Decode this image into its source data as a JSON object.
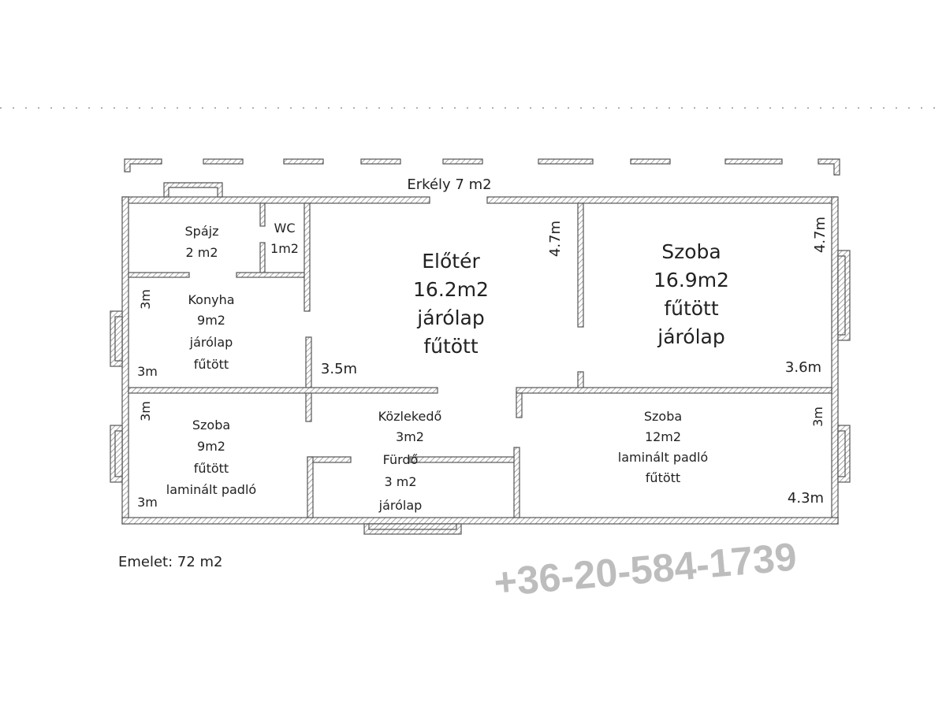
{
  "title": "Emelet: 72 m2",
  "balcony": "Erkély 7 m2",
  "watermark": "+36-20-584-1739",
  "rooms": {
    "spajz": [
      "Spájz",
      "2 m2"
    ],
    "wc": [
      "WC",
      "1m2"
    ],
    "eloter": [
      "Előtér",
      "16.2m2",
      "járólap",
      "fűtött"
    ],
    "szoba1": [
      "Szoba",
      "16.9m2",
      "fűtött",
      "járólap"
    ],
    "konyha": [
      "Konyha",
      "9m2",
      "járólap",
      "fűtött"
    ],
    "szoba2": [
      "Szoba",
      "9m2",
      "fűtött",
      "laminált padló"
    ],
    "kozlekedo": [
      "Közlekedő",
      "3m2"
    ],
    "furdo": [
      "Fürdő",
      "3 m2",
      "járólap"
    ],
    "szoba3": [
      "Szoba",
      "12m2",
      "laminált padló",
      "fűtött"
    ]
  },
  "dimensions": {
    "eloter_h": "4.7m",
    "szoba1_h": "4.7m",
    "szoba1_w": "3.6m",
    "konyha_h": "3m",
    "konyha_w": "3m",
    "eloter_w": "3.5m",
    "szoba2_h": "3m",
    "szoba2_w": "3m",
    "szoba3_h": "3m",
    "szoba3_w": "4.3m"
  }
}
